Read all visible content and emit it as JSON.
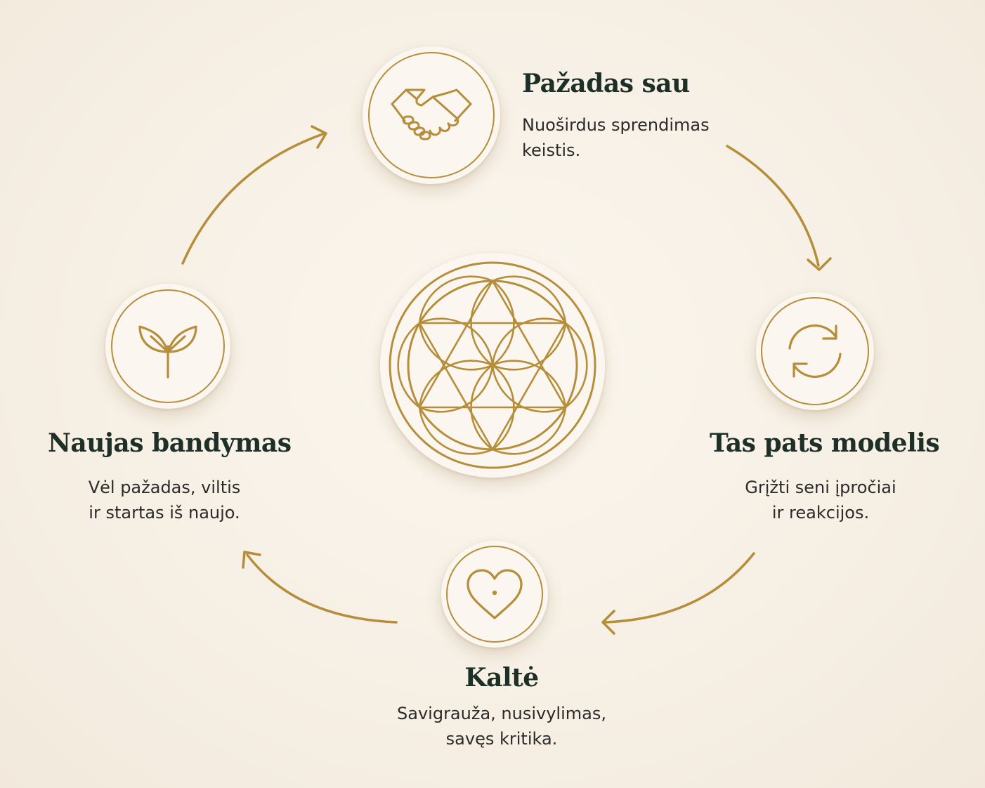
{
  "steps": {
    "promise": {
      "title": "Pažadas sau",
      "desc_line1": "Nuoširdus sprendimas",
      "desc_line2": "keistis.",
      "icon": "handshake-icon"
    },
    "same_pattern": {
      "title": "Tas pats modelis",
      "desc_line1": "Grįžti seni įpročiai",
      "desc_line2": "ir reakcijos.",
      "icon": "refresh-cycle-icon"
    },
    "guilt": {
      "title": "Kaltė",
      "desc_line1": "Savigrauža, nusivylimas,",
      "desc_line2": "savęs kritika.",
      "icon": "heart-icon"
    },
    "new_attempt": {
      "title": "Naujas bandymas",
      "desc_line1": "Vėl pažadas, viltis",
      "desc_line2": "ir startas iš naujo.",
      "icon": "sprout-icon"
    }
  },
  "center": {
    "icon": "flower-of-life-icon"
  },
  "colors": {
    "background": "#f7f0e6",
    "gold": "#b68e3a",
    "title": "#1d2f26",
    "text": "#2b2b2b"
  }
}
